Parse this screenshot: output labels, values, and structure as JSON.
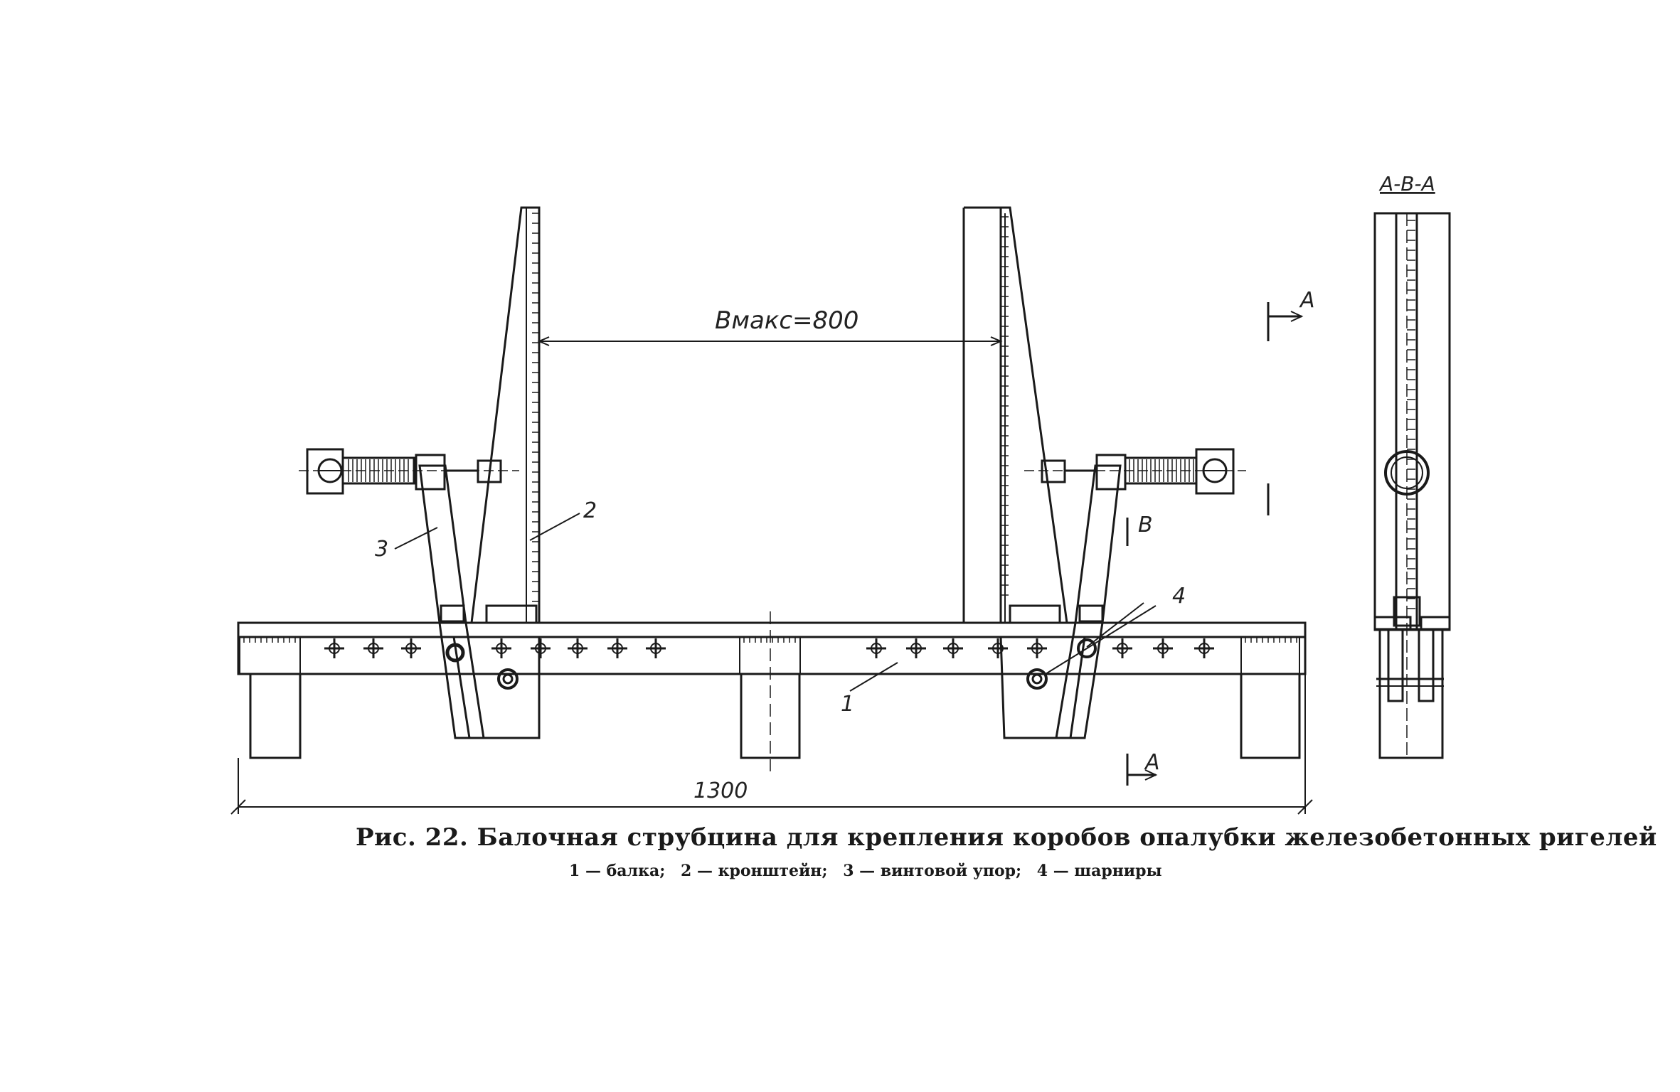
{
  "figure": {
    "section_title": "А-В-А",
    "dimension_width": "Вмакс=800",
    "dimension_length": "1300",
    "section_mark_a": "А",
    "section_mark_b": "В",
    "callouts": [
      "1",
      "2",
      "3",
      "4"
    ]
  },
  "caption": {
    "title": "Рис. 22. Балочная струбцина для крепления коробов опалубки железобетонных ригелей",
    "legend": [
      "1 — балка;",
      "2 — кронштейн;",
      "3 — винтовой упор;",
      "4 — шарниры"
    ]
  },
  "colors": {
    "ink": "#1a1a1a",
    "paper": "#ffffff"
  }
}
